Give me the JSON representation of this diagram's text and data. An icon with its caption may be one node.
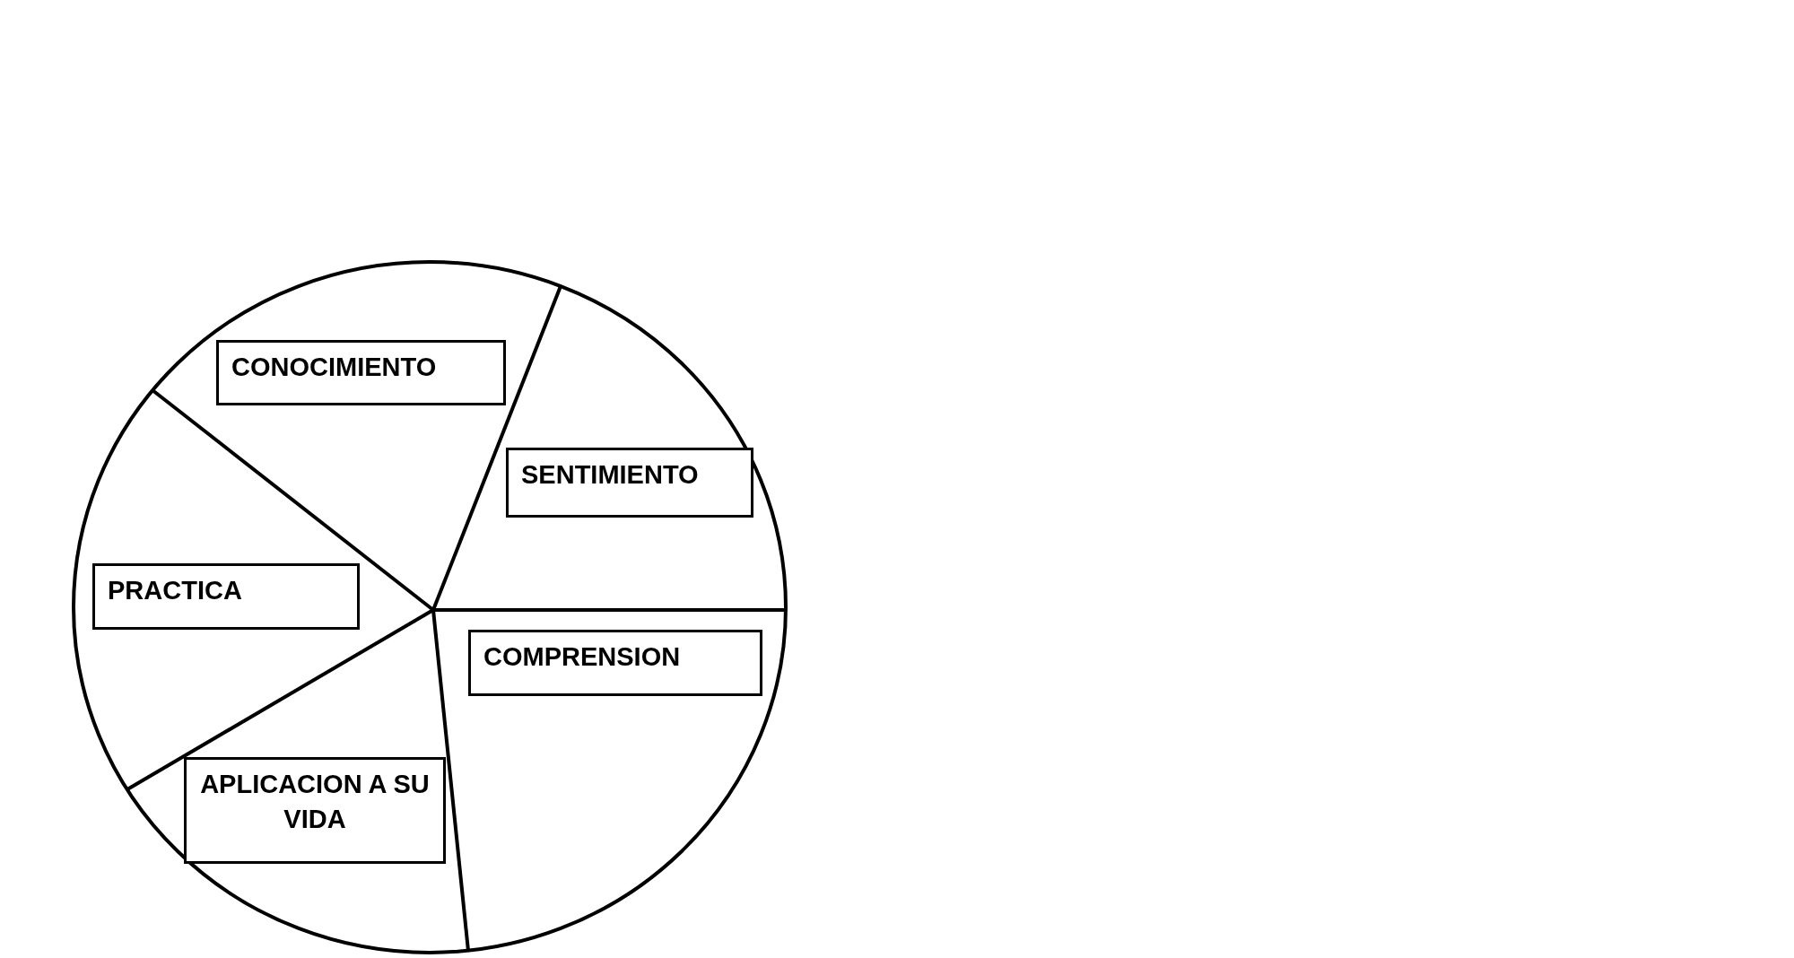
{
  "diagram": {
    "nodes": [
      {
        "text": [
          "CONOCIMIENTO"
        ]
      },
      {
        "text": [
          "SENTIMIENTO"
        ]
      },
      {
        "text": [
          "PRACTICA"
        ]
      },
      {
        "text": [
          "COMPRENSION"
        ]
      },
      {
        "text": [
          "APLICACION A SU VIDA"
        ]
      }
    ]
  }
}
